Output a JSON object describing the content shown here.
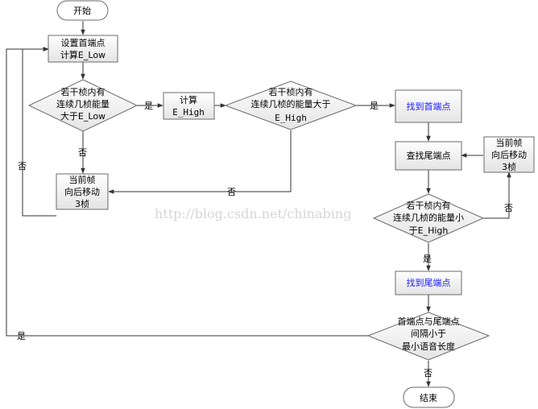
{
  "watermark": "http://blog.csdn.net/chinabing",
  "nodes": {
    "start": "开始",
    "set_head": [
      "设置首端点",
      "计算E_Low"
    ],
    "cond1": [
      "若干桢内有",
      "连续几桢能量",
      "大于E_Low"
    ],
    "calc_high": [
      "计算",
      "E_High"
    ],
    "cond2": [
      "若干桢内有",
      "连续几桢的能量大于",
      "E_High"
    ],
    "found_head": "找到首端点",
    "move1": [
      "当前帧",
      "向后移动",
      "3桢"
    ],
    "find_tail": "查找尾端点",
    "move2": [
      "当前帧",
      "向后移动",
      "3桢"
    ],
    "cond3": [
      "若干桢内有",
      "连续几桢的能量小",
      "于E_High"
    ],
    "found_tail": "找到尾端点",
    "cond4": [
      "首端点与尾端点",
      "间隔小于",
      "最小语音长度"
    ],
    "end": "结束"
  },
  "edge_labels": {
    "cond1_yes": "是",
    "cond1_no": "否",
    "cond2_yes": "是",
    "cond2_no": "否",
    "loop_no": "否",
    "cond3_yes": "是",
    "cond3_no": "否",
    "cond4_yes": "是",
    "cond4_no": "否"
  }
}
